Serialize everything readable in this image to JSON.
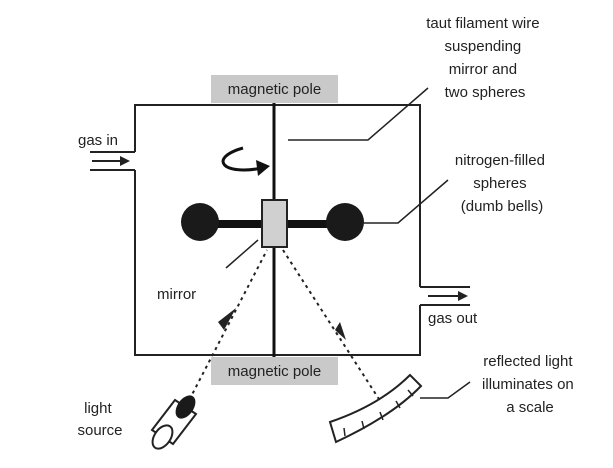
{
  "labels": {
    "pole_top": "magnetic pole",
    "pole_bottom": "magnetic pole",
    "gas_in": "gas in",
    "gas_out": "gas out",
    "filament": [
      "taut filament wire",
      "suspending",
      "mirror and",
      "two spheres"
    ],
    "spheres": [
      "nitrogen-filled",
      "spheres",
      "(dumb bells)"
    ],
    "mirror": "mirror",
    "light_source": [
      "light",
      "source"
    ],
    "reflected": [
      "reflected light",
      "illuminates on",
      "a scale"
    ]
  },
  "colors": {
    "line": "#222222",
    "pole_fill": "#c9c9c9",
    "mirror_fill": "#d0d0d0",
    "sphere_fill": "#1a1a1a",
    "background": "#ffffff"
  }
}
